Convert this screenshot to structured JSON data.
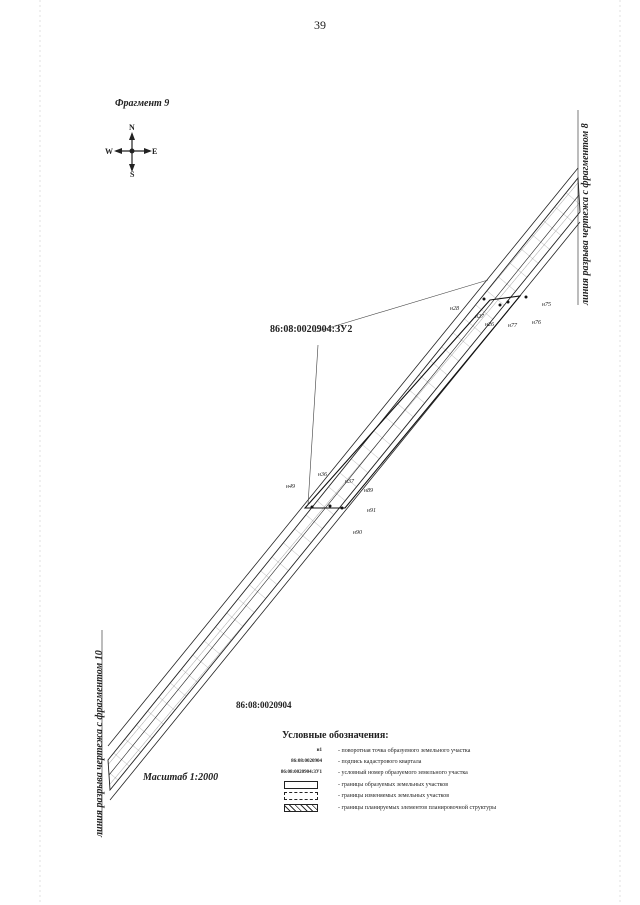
{
  "page_number": "39",
  "fragment_title": "Фрагмент 9",
  "compass": {
    "north": "N",
    "south": "S",
    "east": "E",
    "west": "W"
  },
  "break_line_right": "линия разрыва чертежа с фрагментом 8",
  "break_line_left": "линия разрыва чертежа с фрагментом 10",
  "parcel_label": "86:08:0020904:ЗУ2",
  "quarter_label": "86:08:0020904",
  "scale": "Масштаб 1:2000",
  "points": {
    "n28": "н28",
    "n27": "н27",
    "n26": "н26",
    "n77": "н77",
    "n75": "н75",
    "n76": "н76",
    "n49": "н49",
    "n36": "н36",
    "n37": "н37",
    "n89": "н89",
    "n91": "н91",
    "n90": "н90"
  },
  "legend": {
    "title": "Условные обозначения:",
    "items": [
      {
        "symbol": "н1",
        "text": "- поворотная точка образуемого земельного участка"
      },
      {
        "symbol": "86:08:0020904",
        "text": "- подпись кадастрового квартала"
      },
      {
        "symbol": "86:08:0020904:ЗУ1",
        "text": "- условный номер образуемого земельного участка"
      },
      {
        "symbol": "",
        "text": "- границы образуемых земельных участков"
      },
      {
        "symbol": "",
        "text": "- границы изменяемых земельных участков"
      },
      {
        "symbol": "",
        "text": "- границы планируемых элементов планировочной структуры"
      }
    ]
  }
}
